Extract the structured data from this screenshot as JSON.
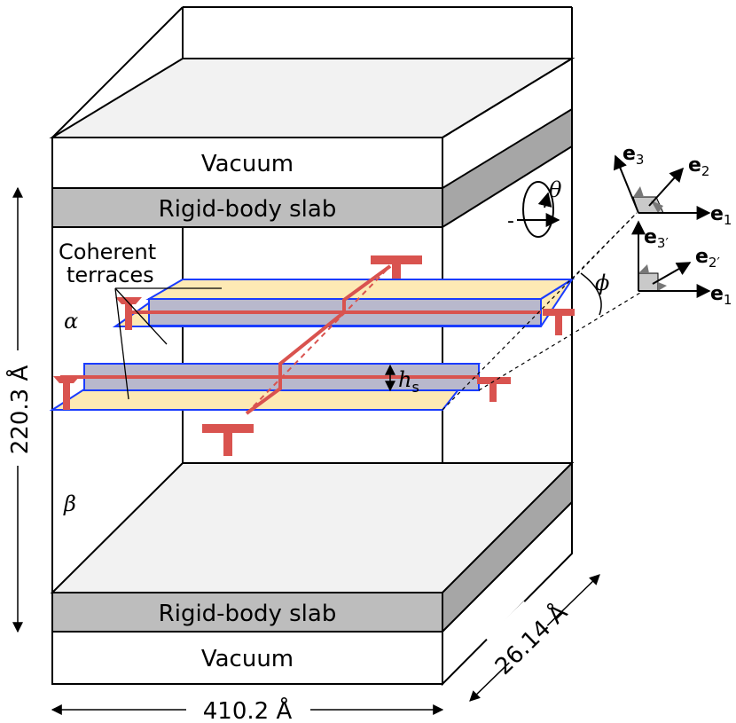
{
  "labels": {
    "vacuum_top": "Vacuum",
    "vacuum_bottom": "Vacuum",
    "slab_top": "Rigid-body slab",
    "slab_bottom": "Rigid-body slab",
    "coherent_line1": "Coherent",
    "coherent_line2": "terraces",
    "phase_alpha": "α",
    "phase_beta": "β",
    "step_height": "h",
    "step_height_sub": "s",
    "theta": "θ",
    "phi": "ϕ",
    "e1_top": "e",
    "e1_top_sub": "1",
    "e2_top": "e",
    "e2_top_sub": "2",
    "e3_top": "e",
    "e3_top_sub": "3",
    "e1_bottom": "e",
    "e1_bottom_sub": "1",
    "e2_bottom": "e",
    "e2_bottom_sub": "2′",
    "e3_bottom": "e",
    "e3_bottom_sub": "3′",
    "rotation_minus": "-"
  },
  "dimensions": {
    "height": "220.3 Å",
    "width": "410.2 Å",
    "depth": "26.14 Å"
  },
  "colors": {
    "slab": "#bdbdbd",
    "slab_side": "#a6a6a6",
    "vacuum_top_face": "#f2f2f2",
    "terrace": "#fde9b4",
    "terrace_edge": "#1a3cff",
    "step_fill": "#b8b8cc",
    "dislocation": "#d9534f"
  }
}
